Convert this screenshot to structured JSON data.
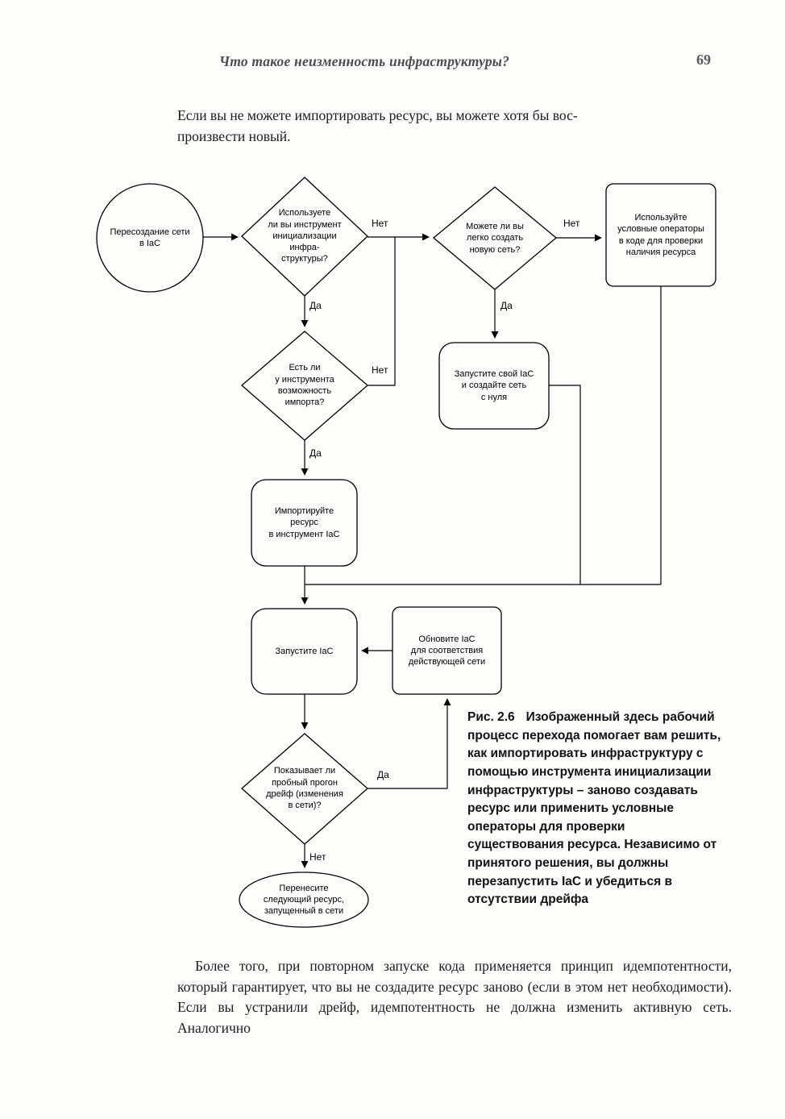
{
  "header": {
    "running_head": "Что такое неизменность инфраструктуры?",
    "page_number": "69"
  },
  "intro": "Если вы не можете импортировать ресурс, вы можете хотя бы вос-\nпроизвести новый.",
  "flowchart": {
    "nodes": {
      "start": "Пересоздание сети\nв IaC",
      "use_tool": "Используете\nли вы инструмент\nинициализации\nинфра-\nструктуры?",
      "easy_create": "Можете ли вы\nлегко создать\nновую сеть?",
      "conditionals": "Используйте\nусловные операторы\nв коде для проверки\nналичия ресурса",
      "run_iac_scratch": "Запустите свой IaC\nи создайте сеть\nс нуля",
      "can_import": "Есть ли\nу инструмента\nвозможность\nимпорта?",
      "import_resource": "Импортируйте\nресурс\nв инструмент IaC",
      "run_iac": "Запустите IaC",
      "update_iac": "Обновите IaC\nдля соответствия\nдействующей сети",
      "dry_run_drift": "Показывает ли\nпробный прогон\nдрейф (изменения\nв сети)?",
      "next_resource": "Перенесите\nследующий ресурс,\nзапущенный в сети"
    },
    "labels": {
      "yes": "Да",
      "no": "Нет"
    }
  },
  "caption": {
    "label": "Рис. 2.6",
    "text": "Изображенный здесь рабочий процесс перехода помогает вам решить, как импортировать инфраструктуру с помощью инструмента инициализации инфраструктуры – заново создавать ресурс или применить условные операторы для проверки существования ресурса. Независимо от принятого решения, вы должны перезапустить IaC и убедиться в отсутствии дрейфа"
  },
  "body": "Более того, при повторном запуске кода применяется принцип идемпотентности, который гарантирует, что вы не создадите ресурс заново (если в этом нет необходимости). Если вы устранили дрейф, идемпотентность не должна изменить активную сеть. Аналогично"
}
